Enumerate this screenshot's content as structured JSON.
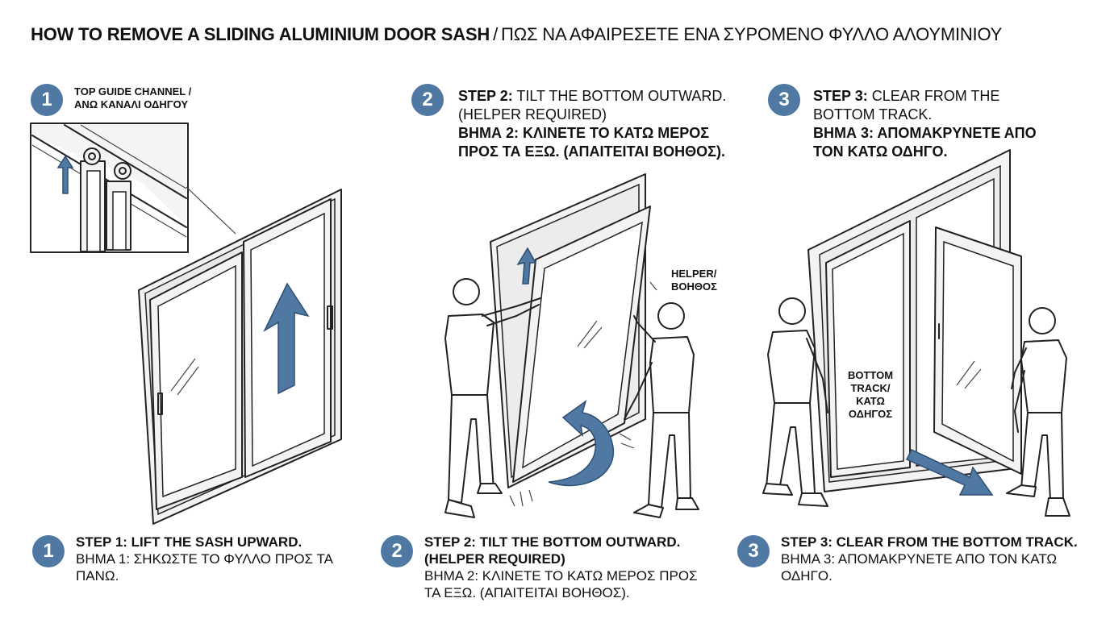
{
  "title": {
    "english": "HOW TO REMOVE A SLIDING ALUMINIUM DOOR SASH",
    "separator": "/",
    "greek": "ΠΩΣ ΝΑ ΑΦΑΙΡΕΣΕΤΕ ΕΝΑ ΣΥΡΟΜΕΝΟ ΦΥΛΛΟ ΑΛΟΥΜΙΝΙΟΥ"
  },
  "panels": [
    {
      "number": "1",
      "callout_line1": "TOP GUIDE CHANNEL /",
      "callout_line2": "ΑΝΩ ΚΑΝΑΛΙ ΟΔΗΓΟΥ"
    },
    {
      "number": "2",
      "head_en_bold": "STEP 2:",
      "head_en_rest_line1": "TILT THE BOTTOM OUTWARD.",
      "head_en_line2": "(HELPER REQUIRED)",
      "head_gr_line1": "ΒΗΜΑ 2: ΚΛΙΝΕΤΕ ΤΟ ΚΑΤΩ ΜΕΡΟΣ",
      "head_gr_line2": "ΠΡΟΣ ΤΑ ΕΞΩ. (ΑΠΑΙΤΕΙΤΑΙ ΒΟΗΘΟΣ).",
      "helper_label_line1": "HELPER/",
      "helper_label_line2": "ΒΟΗΘΟΣ"
    },
    {
      "number": "3",
      "head_en_bold": "STEP 3:",
      "head_en_rest_line1": "CLEAR FROM THE",
      "head_en_line2": "BOTTOM TRACK.",
      "head_gr_line1": "ΒΗΜΑ 3: ΑΠΟΜΑΚΡΥΝΕΤΕ ΑΠΟ",
      "head_gr_line2": "ΤΟΝ ΚΑΤΩ ΟΔΗΓΟ.",
      "track_label_line1": "BOTTOM",
      "track_label_line2": "TRACK/",
      "track_label_line3": "ΚΑΤΩ",
      "track_label_line4": "ΟΔΗΓΟΣ"
    }
  ],
  "steps": [
    {
      "number": "1",
      "heading": "STEP 1: LIFT THE SASH UPWARD.",
      "body_line1": "ΒΗΜΑ 1: ΣΗΚΩΣΤΕ ΤΟ ΦΥΛΛΟ ΠΡΟΣ ΤΑ",
      "body_line2": "ΠΑΝΩ."
    },
    {
      "number": "2",
      "heading_line1": "STEP 2: TILT THE BOTTOM OUTWARD.",
      "heading_line2": "(HELPER REQUIRED)",
      "body_line1": "ΒΗΜΑ 2: ΚΛΙΝΕΤΕ ΤΟ ΚΑΤΩ ΜΕΡΟΣ ΠΡΟΣ",
      "body_line2": "ΤΑ ΕΞΩ. (ΑΠΑΙΤΕΙΤΑΙ ΒΟΗΘΟΣ)."
    },
    {
      "number": "3",
      "heading": "STEP 3: CLEAR FROM THE BOTTOM TRACK.",
      "body_line1": "ΒΗΜΑ 3: ΑΠΟΜΑΚΡΥΝΕΤΕ ΑΠΟ ΤΟΝ ΚΑΤΩ",
      "body_line2": "ΟΔΗΓΟ."
    }
  ],
  "colors": {
    "accent": "#4f78a3",
    "line": "#222222",
    "frame": "#f2f2f2"
  },
  "icons": [
    "up-arrow-icon",
    "curved-arrow-icon",
    "diagonal-arrow-icon"
  ]
}
